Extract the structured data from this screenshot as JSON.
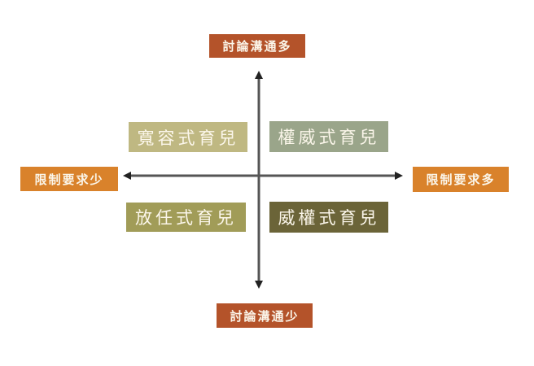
{
  "axes": {
    "top": {
      "label": "討論溝通多",
      "color": "#b4532a"
    },
    "bottom": {
      "label": "討論溝通少",
      "color": "#b4532a"
    },
    "left": {
      "label": "限制要求少",
      "color": "#d9822b"
    },
    "right": {
      "label": "限制要求多",
      "color": "#d9822b"
    }
  },
  "quadrants": {
    "top_left": {
      "label": "寬容式育兒",
      "color": "#bfb882"
    },
    "top_right": {
      "label": "權威式育兒",
      "color": "#9aa58a"
    },
    "bottom_left": {
      "label": "放任式育兒",
      "color": "#a19c58"
    },
    "bottom_right": {
      "label": "威權式育兒",
      "color": "#6b6438"
    }
  },
  "colors": {
    "axis_line": "#333333"
  }
}
